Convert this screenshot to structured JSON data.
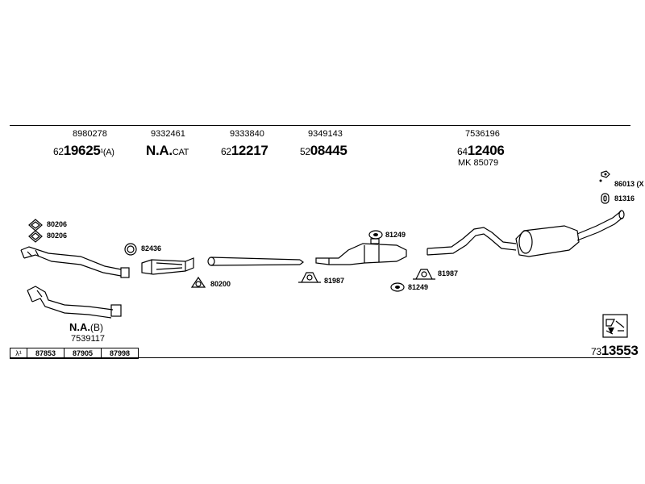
{
  "columns": [
    {
      "number": "8980278",
      "big_prefix": "62",
      "big_main": "19625",
      "big_suffix": "¹(A)"
    },
    {
      "number": "9332461",
      "big_main": "N.A.",
      "big_suffix": "CAT"
    },
    {
      "number": "9333840",
      "big_prefix": "62",
      "big_main": "12217"
    },
    {
      "number": "9349143",
      "big_prefix": "52",
      "big_main": "08445"
    },
    {
      "number": "7536196",
      "big_prefix": "64",
      "big_main": "12406",
      "line3": "MK 85079"
    }
  ],
  "callouts": {
    "c80206a": "80206",
    "c80206b": "80206",
    "c82436": "82436",
    "c80200": "80200",
    "c81987a": "81987",
    "c81249a": "81249",
    "c81987b": "81987",
    "c81249b": "81249",
    "c86013": "86013 (X",
    "c81316": "81316"
  },
  "bottom_left": {
    "main": "N.A.",
    "suffix": "(B)",
    "number": "7539117"
  },
  "codes_table": {
    "lambda": "λ¹",
    "values": [
      "87853",
      "87905",
      "87998"
    ]
  },
  "ref": {
    "prefix": "73",
    "main": "13553"
  }
}
